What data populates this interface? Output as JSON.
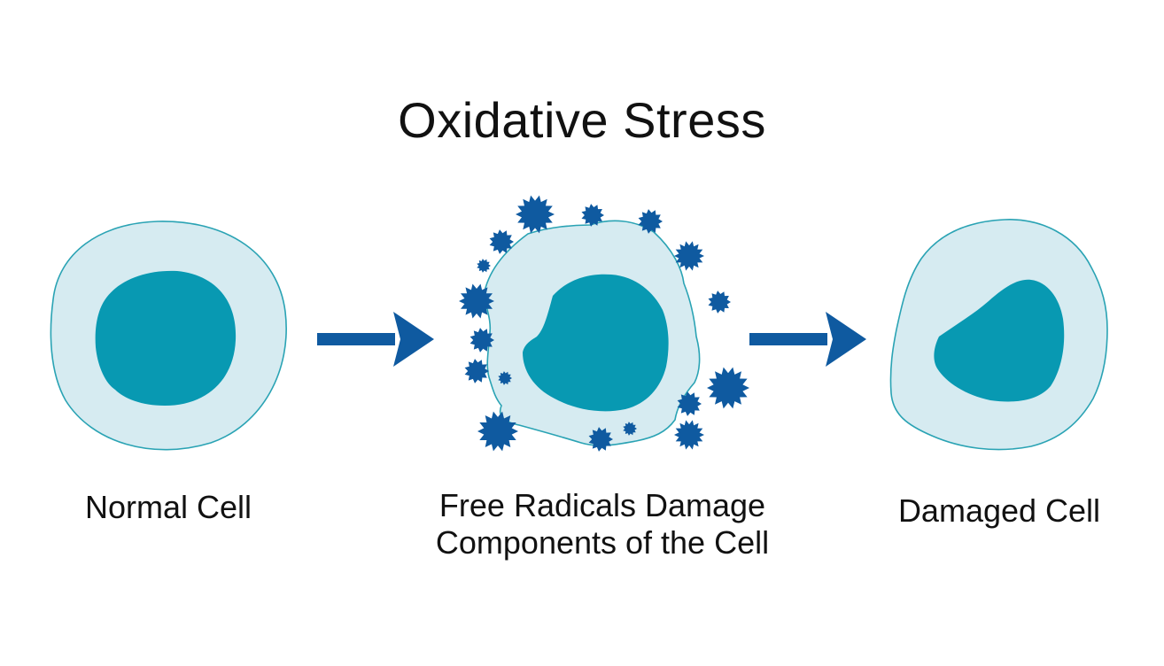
{
  "title": "Oxidative Stress",
  "stages": [
    {
      "label": "Normal Cell"
    },
    {
      "label_line1": "Free Radicals Damage",
      "label_line2": "Components of the Cell"
    },
    {
      "label": "Damaged Cell"
    }
  ],
  "colors": {
    "cytoplasm": "#d6ebf1",
    "membrane": "#2aa3b4",
    "nucleus": "#0899b2",
    "free_radical": "#0f5aa0",
    "arrow": "#0f5aa0",
    "text": "#111111"
  }
}
